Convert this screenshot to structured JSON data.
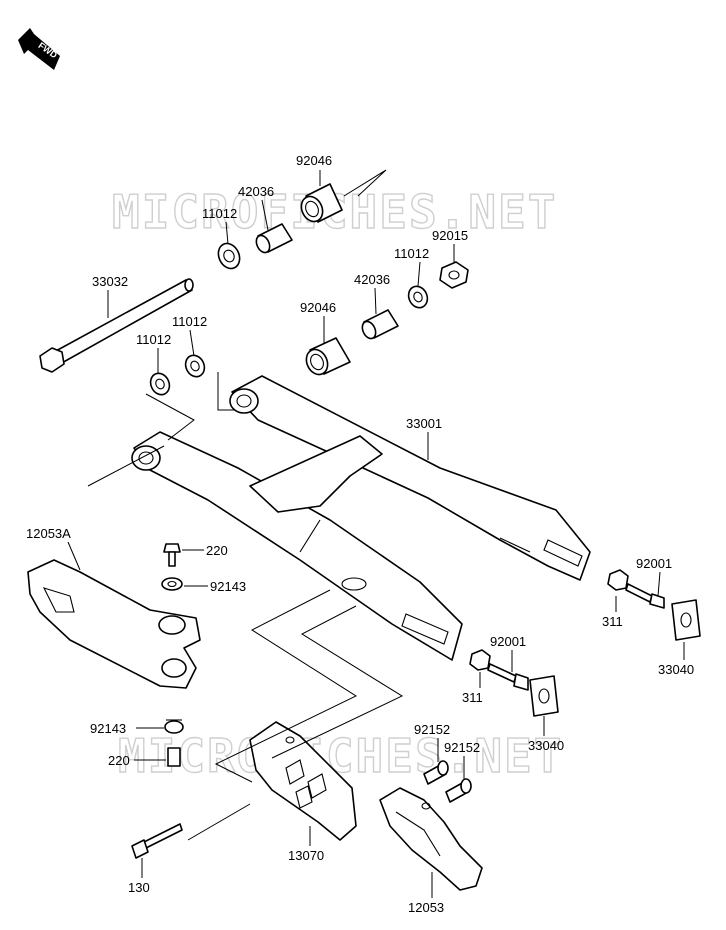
{
  "watermark": "MICROFICHES.NET",
  "fwd_label": "FWD",
  "labels": {
    "p92046_top": "92046",
    "p42036_top": "42036",
    "p11012_top": "11012",
    "p92015": "92015",
    "p11012_right": "11012",
    "p33032": "33032",
    "p42036_mid": "42036",
    "p92046_mid": "92046",
    "p11012_left1": "11012",
    "p11012_left2": "11012",
    "p33001": "33001",
    "p12053A": "12053A",
    "p220_top": "220",
    "p92143_top": "92143",
    "p92001_right": "92001",
    "p311_right": "311",
    "p33040_right": "33040",
    "p92001_mid": "92001",
    "p311_mid": "311",
    "p33040_mid": "33040",
    "p92143_bot": "92143",
    "p220_bot": "220",
    "p92152_a": "92152",
    "p92152_b": "92152",
    "p13070": "13070",
    "p130": "130",
    "p12053": "12053"
  }
}
